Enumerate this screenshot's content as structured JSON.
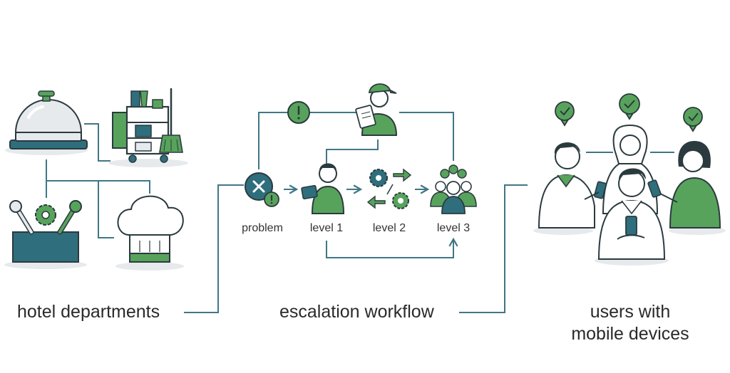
{
  "colors": {
    "teal": "#2f6e7d",
    "green": "#58a35c",
    "light_gray": "#e6eaed",
    "line": "#3f7785",
    "outline": "#2b3a3f"
  },
  "icons": {
    "left": [
      "service-bell-icon",
      "housekeeping-cart-icon",
      "maintenance-toolbox-icon",
      "chef-hat-icon"
    ],
    "workflow": [
      "problem-icon",
      "alert-icon",
      "supervisor-icon",
      "level1-staff-icon",
      "level2-gears-icon",
      "level3-team-icon"
    ],
    "users": [
      "check-badge-icon",
      "check-badge-icon",
      "check-badge-icon"
    ]
  },
  "labels": {
    "left": "hotel departments",
    "middle": "escalation workflow",
    "right_line1": "users with",
    "right_line2": "mobile devices"
  },
  "workflow_steps": {
    "problem": "problem",
    "level1": "level 1",
    "level2": "level 2",
    "level3": "level 3"
  }
}
